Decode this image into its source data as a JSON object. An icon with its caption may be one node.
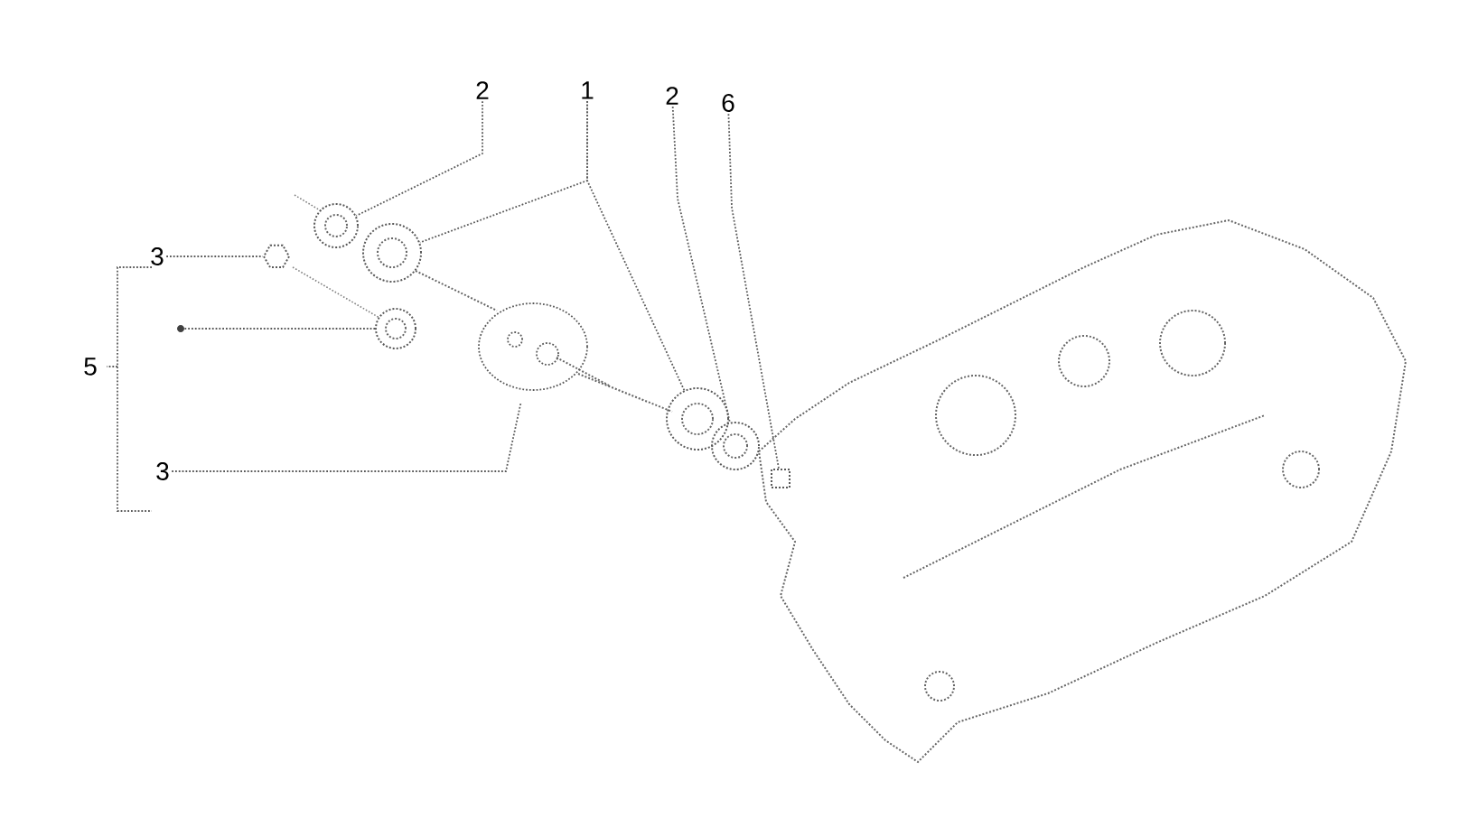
{
  "diagram": {
    "nodes": [
      {
        "text": [
          "2"
        ]
      },
      {
        "text": [
          "1"
        ]
      },
      {
        "text": [
          "2"
        ]
      },
      {
        "text": [
          "6"
        ]
      },
      {
        "text": [
          "3"
        ]
      },
      {
        "text": [
          "3"
        ]
      },
      {
        "text": [],
        "shape": "circle"
      },
      {
        "text": [],
        "shape": "circle"
      },
      {
        "text": [],
        "shape": "circle"
      },
      {
        "text": [],
        "shape": "circle"
      },
      {
        "text": [],
        "shape": "box"
      },
      {
        "text": [],
        "shape": "hexagon"
      },
      {
        "text": [],
        "shape": "circle"
      },
      {
        "text": [],
        "shape": "picture"
      },
      {
        "text": [],
        "shape": "dot"
      }
    ],
    "edges": [
      {
        "from": 0,
        "to": 6,
        "arrow": "none"
      },
      {
        "from": 1,
        "to": 7,
        "arrow": "none"
      },
      {
        "from": 1,
        "to": 8,
        "arrow": "none"
      },
      {
        "from": 2,
        "to": 9,
        "arrow": "none"
      },
      {
        "from": 3,
        "to": 10,
        "arrow": "none"
      },
      {
        "from": 4,
        "to": 11,
        "arrow": "none"
      },
      {
        "from": 14,
        "to": 12,
        "arrow": "none"
      },
      {
        "from": 5,
        "to": 13,
        "arrow": "none"
      }
    ],
    "labels": [
      "5"
    ]
  }
}
